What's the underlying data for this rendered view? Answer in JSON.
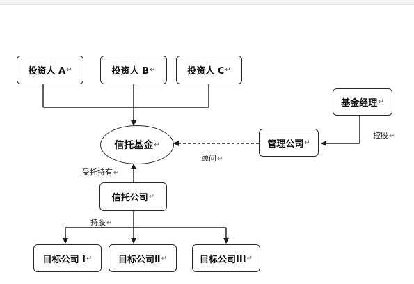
{
  "para_mark": "↵",
  "nodes": {
    "investor_a": "投资人 A",
    "investor_b": "投资人 B",
    "investor_c": "投资人 C",
    "fund_manager": "基金经理",
    "trust_fund": "信托基金",
    "management_company": "管理公司",
    "trust_company": "信托公司",
    "target_1": "目标公司 I",
    "target_2": "目标公司Ⅱ",
    "target_3": "目标公司III"
  },
  "edges": {
    "holding_control": "控股",
    "advisor": "顾问",
    "entrusted_holding": "受托持有",
    "shareholding": "持股"
  }
}
